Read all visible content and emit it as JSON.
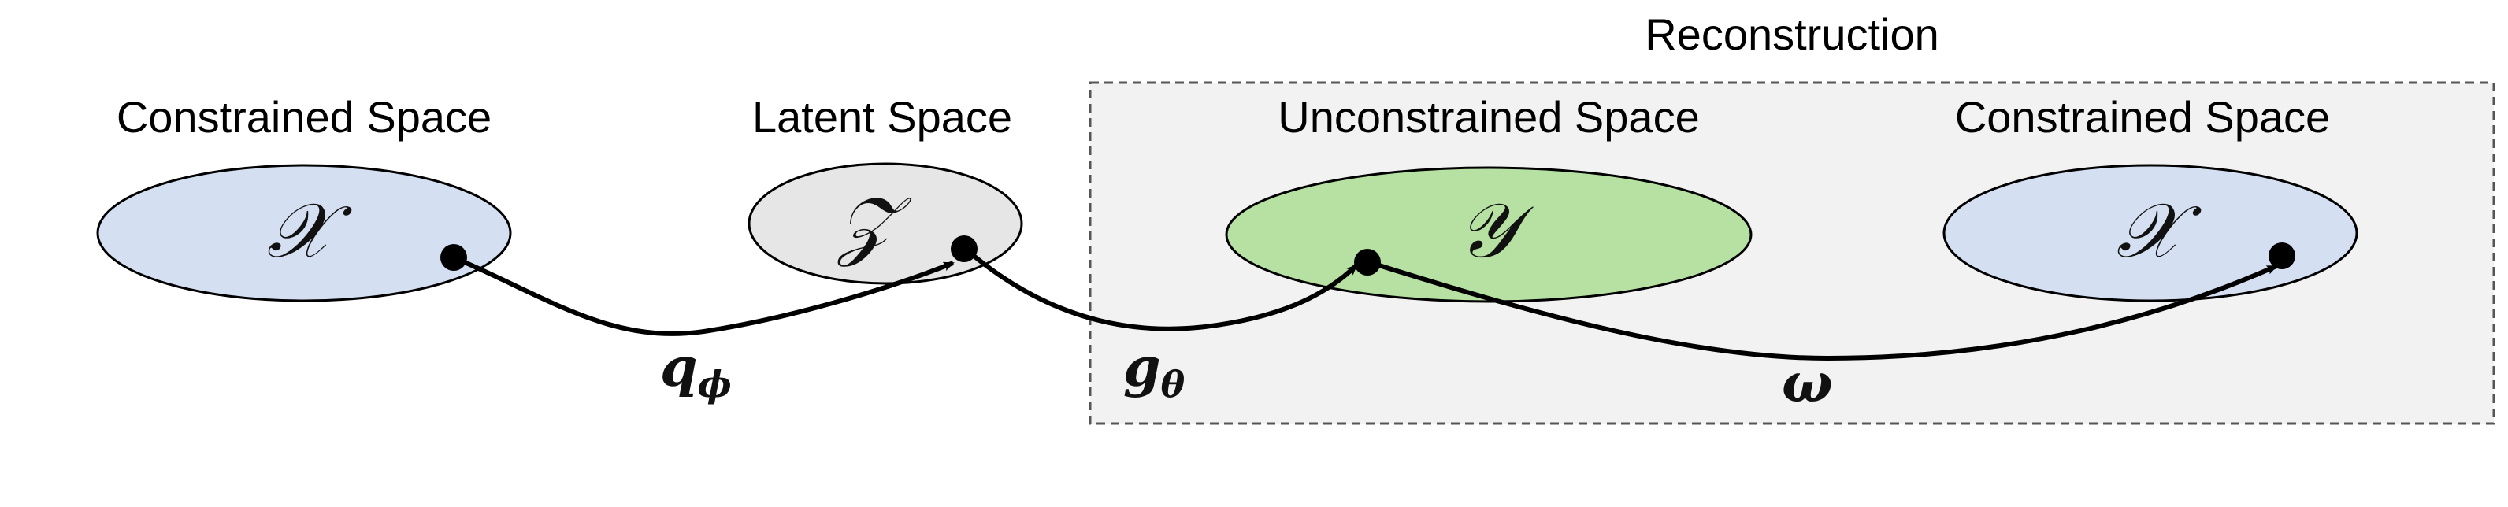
{
  "title": "Reconstruction",
  "spaces": [
    {
      "label": "Constrained Space",
      "symbol": "𝒳",
      "color": "#d4e0f2"
    },
    {
      "label": "Latent Space",
      "symbol": "𝒵",
      "color": "#e6e6e6"
    },
    {
      "label": "Unconstrained Space",
      "symbol": "𝒴",
      "color": "#b7e1a3"
    },
    {
      "label": "Constrained Space",
      "symbol": "𝒳",
      "color": "#d4e0f2"
    }
  ],
  "maps": [
    {
      "symbol": "q",
      "subscript": "ϕ"
    },
    {
      "symbol": "g",
      "subscript": "θ"
    },
    {
      "symbol": "ω",
      "subscript": ""
    }
  ],
  "colors": {
    "box_fill": "#f2f2f2",
    "box_stroke": "#555555",
    "ellipse_stroke": "#000000",
    "arrow": "#000000"
  }
}
